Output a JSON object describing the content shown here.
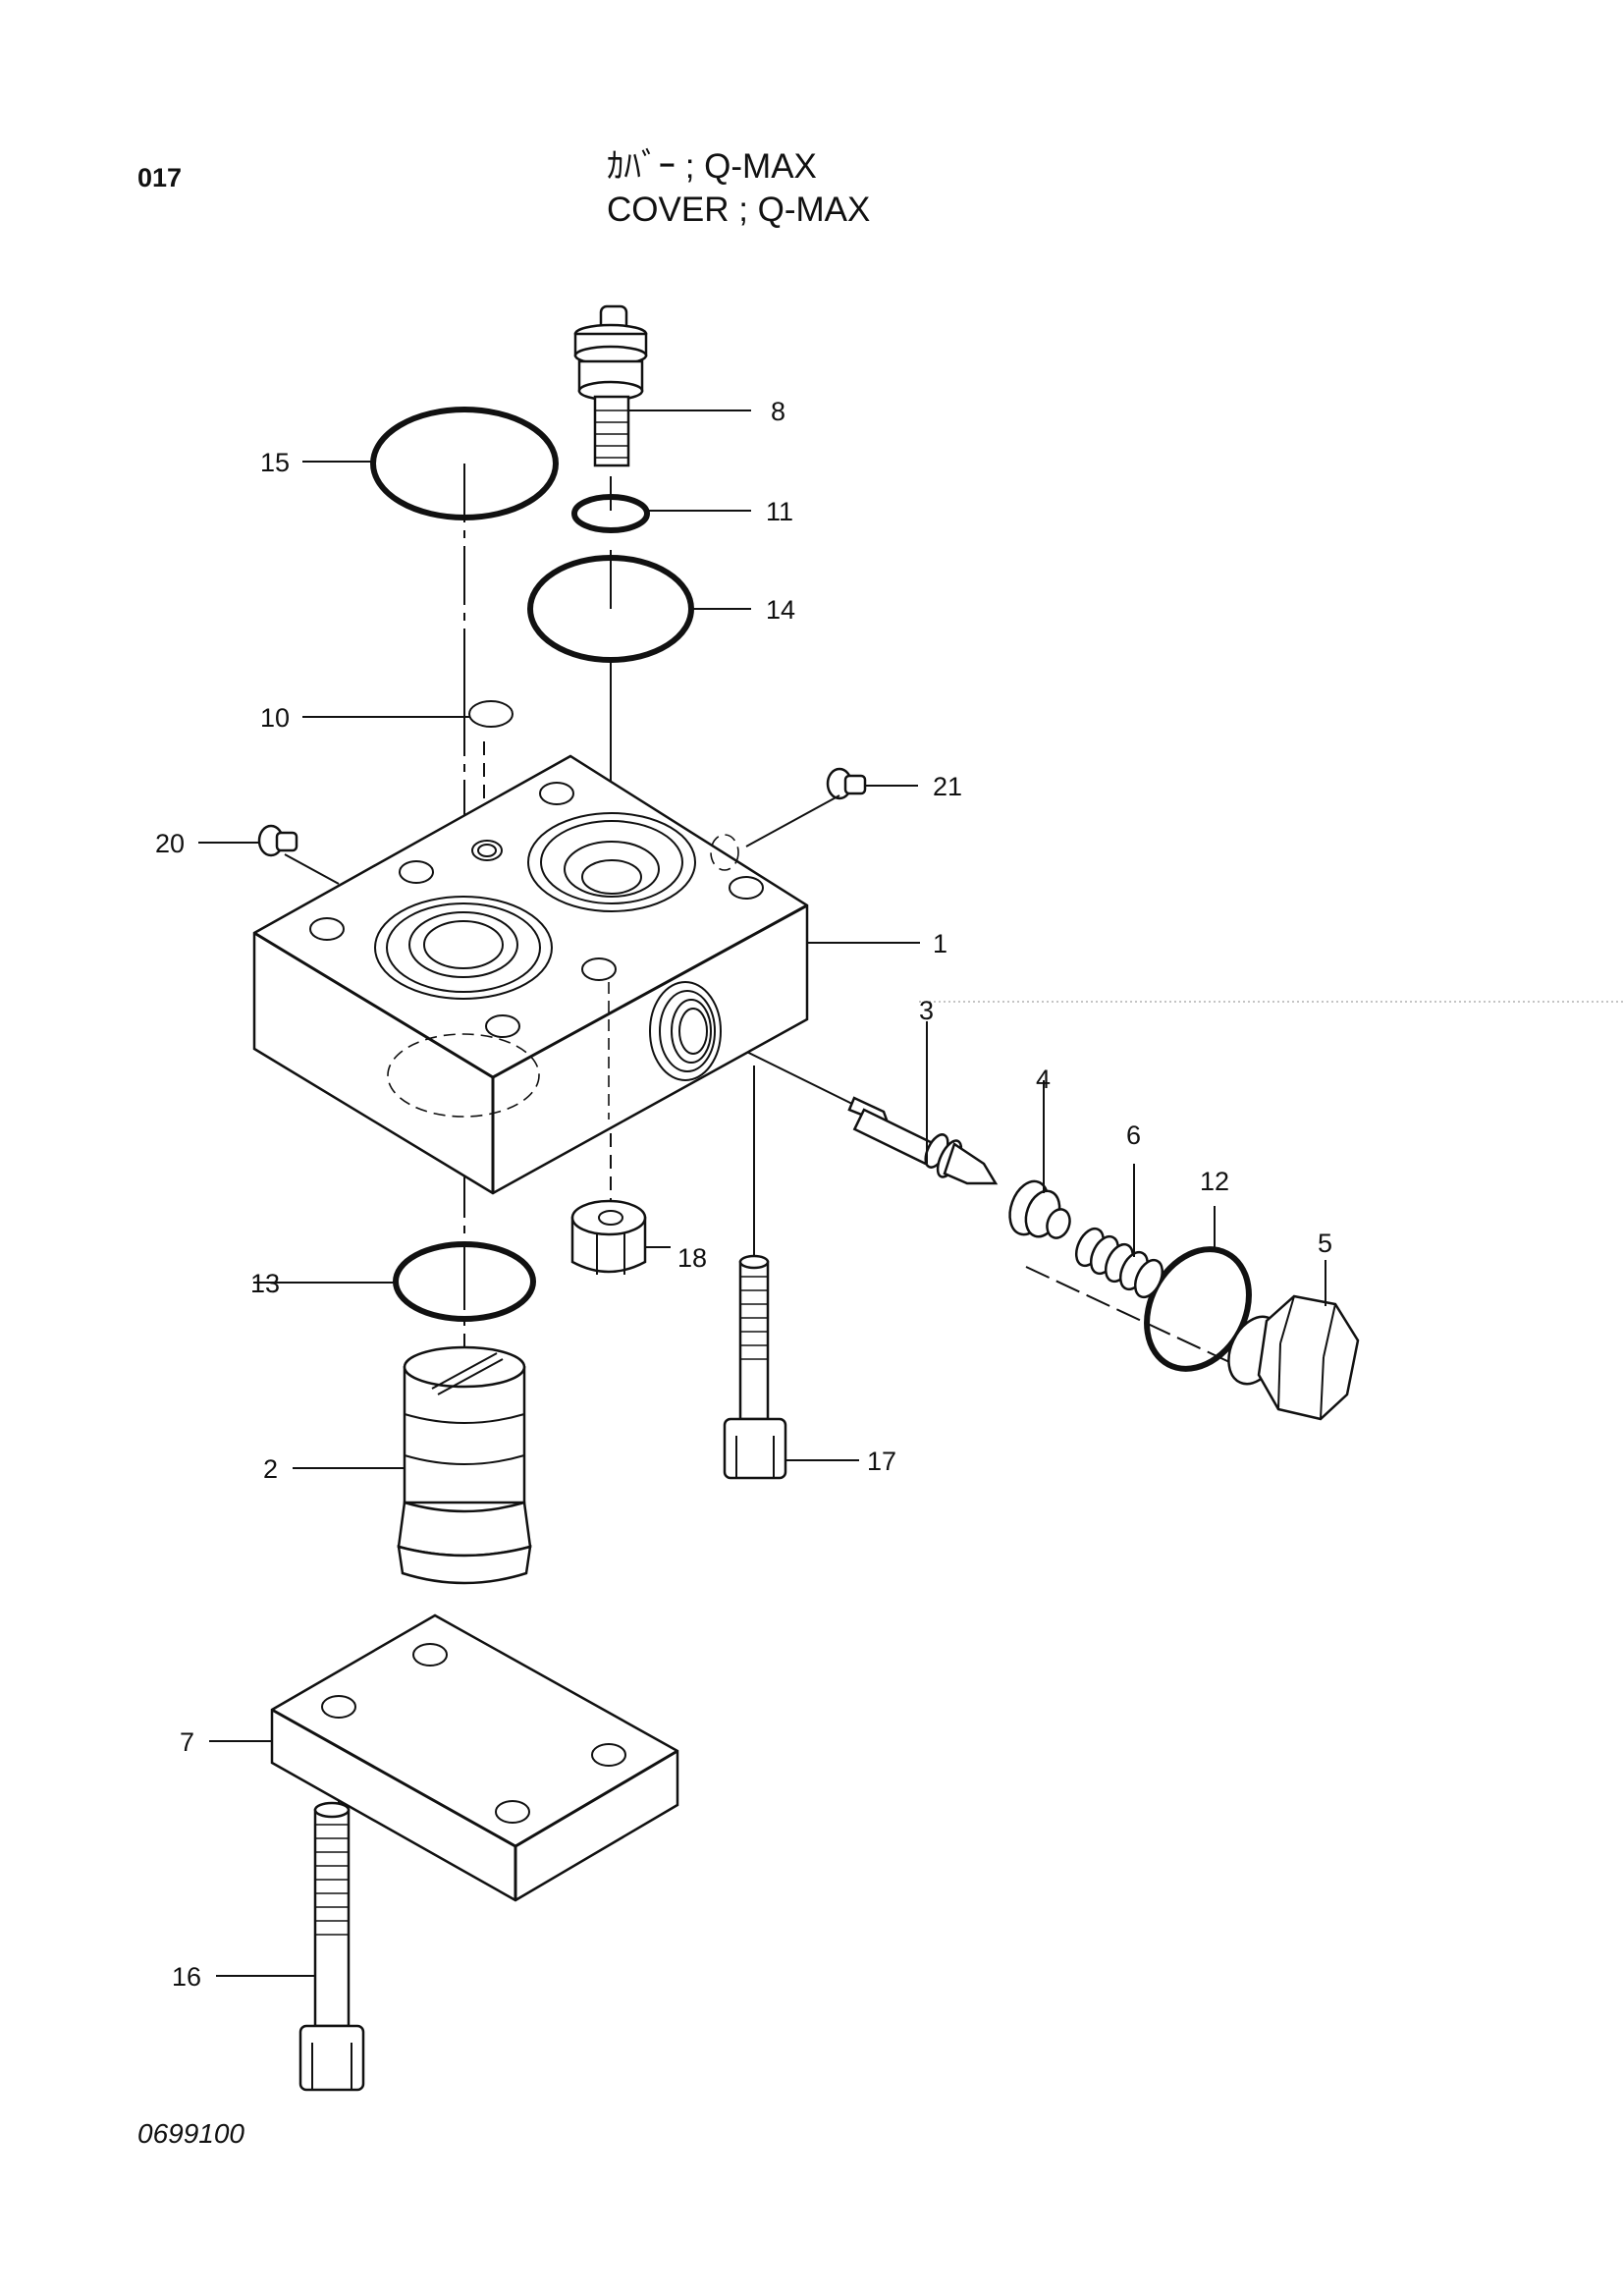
{
  "page_number": "017",
  "title": {
    "jp": "ｶﾊﾞｰ ; Q-MAX",
    "en": "COVER ; Q-MAX"
  },
  "drawing_number": "0699100",
  "callouts": {
    "c1": "1",
    "c2": "2",
    "c3": "3",
    "c4": "4",
    "c5": "5",
    "c6": "6",
    "c7": "7",
    "c8": "8",
    "c10": "10",
    "c11": "11",
    "c12": "12",
    "c13": "13",
    "c14": "14",
    "c15": "15",
    "c16": "16",
    "c17": "17",
    "c18": "18",
    "c20": "20",
    "c21": "21"
  }
}
